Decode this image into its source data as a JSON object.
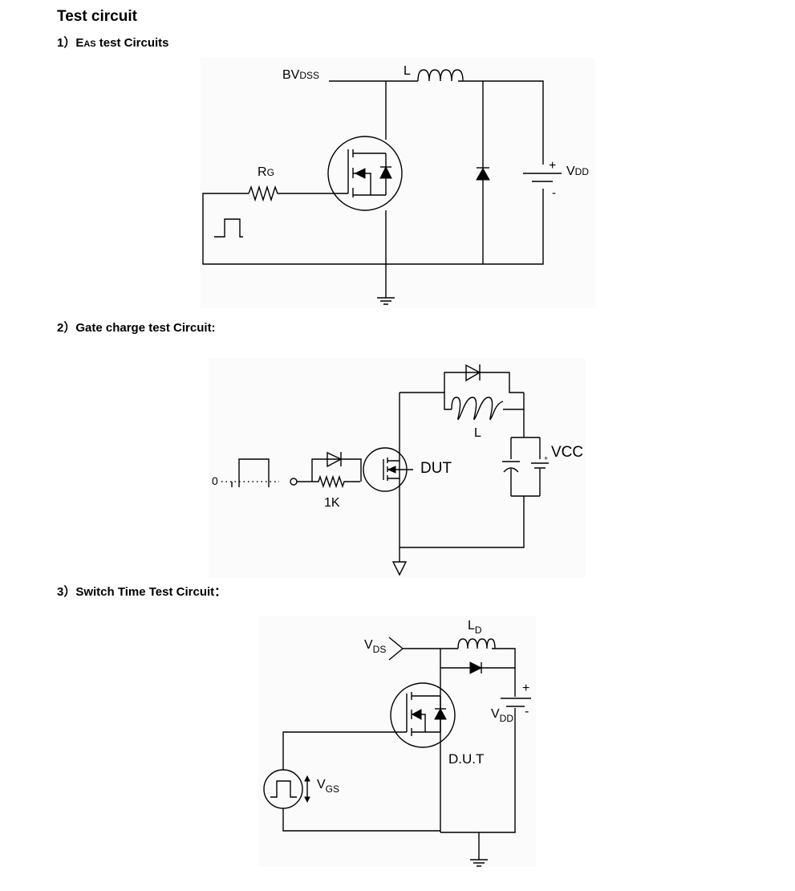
{
  "title": "Test circuit",
  "sections": [
    {
      "prefix": "1）E",
      "sub": "AS",
      "suffix": " test Circuits"
    },
    {
      "label": "2）Gate charge test Circuit:"
    },
    {
      "label": "3）Switch Time Test Circuit："
    }
  ],
  "circuit1": {
    "bvdss_main": "BV",
    "bvdss_sub": "DSS",
    "inductor": "L",
    "rg_main": "R",
    "rg_sub": "G",
    "vdd_main": "V",
    "vdd_sub": "DD",
    "plus": "+",
    "minus": "-"
  },
  "circuit2": {
    "inductor": "L",
    "vcc": "VCC",
    "dut": "DUT",
    "resistor": "1K",
    "zero": "0"
  },
  "circuit3": {
    "vds_main": "V",
    "vds_sub": "DS",
    "ld_main": "L",
    "ld_sub": "D",
    "vdd_main": "V",
    "vdd_sub": "DD",
    "plus": "+",
    "minus": "-",
    "dut": "D.U.T",
    "vgs_main": "V",
    "vgs_sub": "GS"
  }
}
